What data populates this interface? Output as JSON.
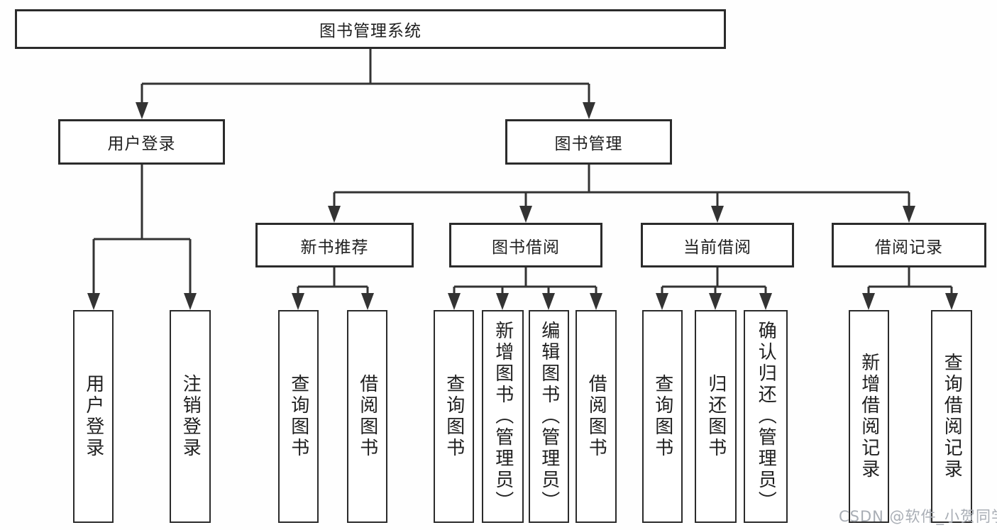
{
  "diagram_title": "图书管理系统",
  "tree": {
    "label": "图书管理系统",
    "children": [
      {
        "label": "用户登录",
        "children": [
          {
            "label": "用户登录"
          },
          {
            "label": "注销登录"
          }
        ]
      },
      {
        "label": "图书管理",
        "children": [
          {
            "label": "新书推荐",
            "children": [
              {
                "label": "查询图书"
              },
              {
                "label": "借阅图书"
              }
            ]
          },
          {
            "label": "图书借阅",
            "children": [
              {
                "label": "查询图书"
              },
              {
                "label": "新增图书（管理员）"
              },
              {
                "label": "编辑图书（管理员）"
              },
              {
                "label": "借阅图书"
              }
            ]
          },
          {
            "label": "当前借阅",
            "children": [
              {
                "label": "查询图书"
              },
              {
                "label": "归还图书"
              },
              {
                "label": "确认归还（管理员）"
              }
            ]
          },
          {
            "label": "借阅记录",
            "children": [
              {
                "label": "新增借阅记录"
              },
              {
                "label": "查询借阅记录"
              }
            ]
          }
        ]
      }
    ]
  },
  "watermark": "CSDN @软件_小贺同学",
  "colors": {
    "line": "#333333",
    "box_border": "#2b2b2b",
    "text": "#1f1f1f",
    "watermark": "#a9aeb5",
    "background": "#fefefe"
  }
}
